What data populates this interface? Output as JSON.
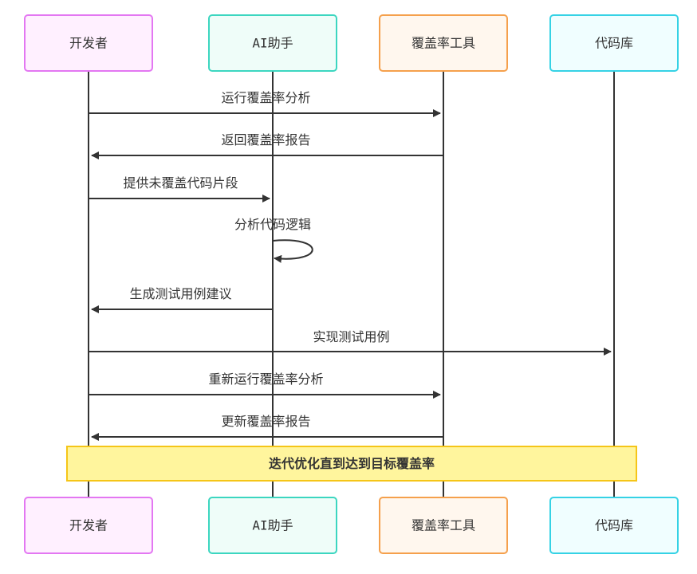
{
  "actors": [
    {
      "id": "dev",
      "label": "开发者",
      "fill": "#fff0ff",
      "stroke": "#e377f2"
    },
    {
      "id": "ai",
      "label": "AI助手",
      "fill": "#effdf9",
      "stroke": "#3cd6c0"
    },
    {
      "id": "cov",
      "label": "覆盖率工具",
      "fill": "#fff7ee",
      "stroke": "#f5a04c"
    },
    {
      "id": "repo",
      "label": "代码库",
      "fill": "#f0feff",
      "stroke": "#35d2e5"
    }
  ],
  "messages": [
    {
      "from": "dev",
      "to": "cov",
      "label": "运行覆盖率分析"
    },
    {
      "from": "cov",
      "to": "dev",
      "label": "返回覆盖率报告"
    },
    {
      "from": "dev",
      "to": "ai",
      "label": "提供未覆盖代码片段"
    },
    {
      "from": "ai",
      "to": "ai",
      "label": "分析代码逻辑"
    },
    {
      "from": "ai",
      "to": "dev",
      "label": "生成测试用例建议"
    },
    {
      "from": "dev",
      "to": "repo",
      "label": "实现测试用例"
    },
    {
      "from": "dev",
      "to": "cov",
      "label": "重新运行覆盖率分析"
    },
    {
      "from": "cov",
      "to": "dev",
      "label": "更新覆盖率报告"
    }
  ],
  "note": {
    "text": "迭代优化直到达到目标覆盖率",
    "fill": "#fff59d",
    "stroke": "#f5c518"
  },
  "colors": {
    "line": "#333333"
  }
}
